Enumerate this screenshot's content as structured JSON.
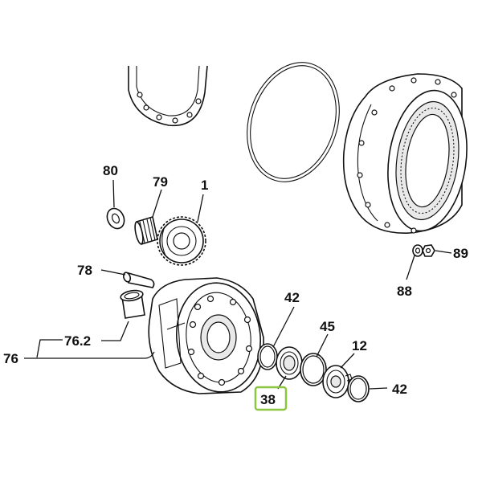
{
  "diagram": {
    "callouts": {
      "p80": "80",
      "p79": "79",
      "p1": "1",
      "p78": "78",
      "p76_2": "76.2",
      "p76": "76",
      "p42_top": "42",
      "p45": "45",
      "p12": "12",
      "p42_bottom": "42",
      "p38": "38",
      "p88": "88",
      "p89": "89"
    },
    "highlight": {
      "part": "38",
      "color": "#8cc63f"
    }
  }
}
